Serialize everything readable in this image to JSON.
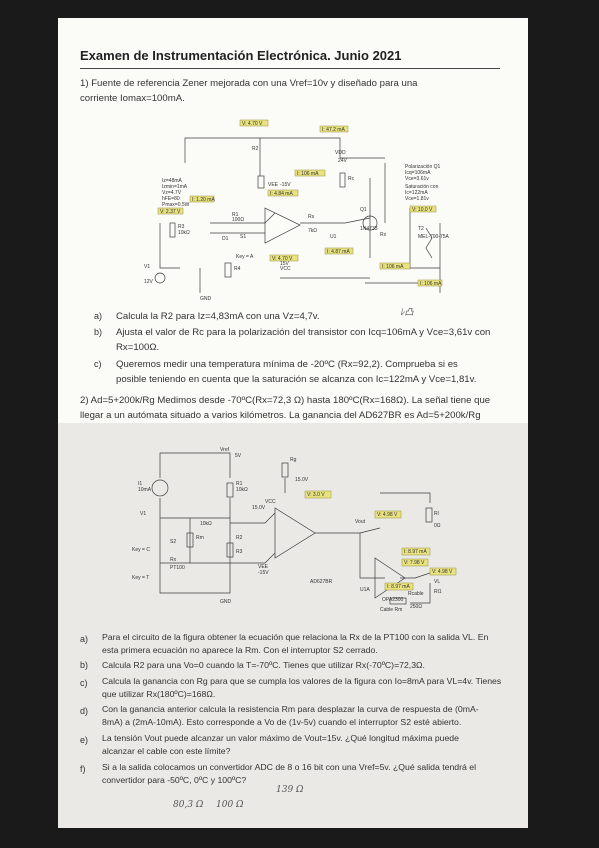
{
  "exam": {
    "title": "Examen de Instrumentación Electrónica. Junio 2021",
    "q1": {
      "intro": [
        "1) Fuente de referencia Zener mejorada con una Vref=10v y diseñado para una",
        "corriente Iomax=100mA."
      ],
      "items": [
        {
          "marker": "a)",
          "lines": [
            "Calcula la R2 para Iz=4,83mA con una Vz=4,7v."
          ]
        },
        {
          "marker": "b)",
          "lines": [
            "Ajusta el valor de Rc para la polarización del transistor con Icq=106mA y Vce=3,61v con",
            "Rx=100Ω."
          ]
        },
        {
          "marker": "c)",
          "lines": [
            "Queremos medir una temperatura mínima de -20ºC (Rx=92,2). Comprueba si es",
            "posible teniendo en cuenta que la saturación se alcanza con Ic=122mA y Vce=1,81v."
          ]
        }
      ],
      "hand_mark": "ﾚ凸"
    },
    "q2": {
      "intro": [
        "2) Ad=5+200k/Rg Medimos desde -70ºC(Rx=72,3 Ω) hasta 180ºC(Rx=168Ω). La señal tiene que",
        "llegar a un autómata situado a varios kilómetros. La ganancia del AD627BR es Ad=5+200k/Rg"
      ],
      "items": [
        {
          "marker": "a)",
          "lines": [
            "Para el circuito de la figura obtener la ecuación que relaciona la Rx de la PT100 con la salida VL. En",
            "esta primera ecuación no aparece la Rm. Con el interruptor S2 cerrado."
          ]
        },
        {
          "marker": "b)",
          "lines": [
            "Calcula R2 para una Vo=0 cuando la T=-70ºC. Tienes que utilizar Rx(-70ºC)=72,3Ω."
          ]
        },
        {
          "marker": "c)",
          "lines": [
            "Calcula la ganancia con Rg para que se cumpla los valores de la figura con Io=8mA para VL=4v. Tienes",
            "que utilizar Rx(180ºC)=168Ω."
          ]
        },
        {
          "marker": "d)",
          "lines": [
            "Con la ganancia anterior calcula la resistencia Rm para desplazar la curva de respuesta de (0mA-",
            "8mA) a (2mA-10mA). Esto corresponde a Vo de (1v-5v) cuando el interruptor S2 esté abierto."
          ]
        },
        {
          "marker": "e)",
          "lines": [
            "La tensión Vout puede alcanzar un valor máximo de Vout=15v. ¿Qué longitud máxima puede",
            "alcanzar el cable con este límite?"
          ]
        },
        {
          "marker": "f)",
          "lines": [
            "Si a la salida colocamos un convertidor ADC de 8 o 16 bit con una Vref=5v. ¿Qué salida tendrá el",
            "convertidor para -50ºC, 0ºC y 100ºC?"
          ]
        }
      ],
      "handwritten": [
        "80,3 Ω",
        "100 Ω",
        "139 Ω"
      ]
    }
  },
  "circuit1": {
    "readouts": [
      "V: 4.70 V",
      "I: 47.2 mA",
      "V: 2.37 V",
      "I: 1.20 mA",
      "I: 106 mA",
      "V: 10.0 V",
      "I: 4.87 mA",
      "I: 106 mA",
      "I: 106 mA",
      "V: 4.70 V",
      "I: 4.84 mA"
    ],
    "labels": [
      "R2",
      "VDD",
      "24V",
      "Rc",
      "VEE",
      "-15V",
      "R1",
      "100Ω",
      "Q1",
      "Rs",
      "7kΩ",
      "Rx",
      "VCC",
      "15V",
      "R3",
      "10kΩ",
      "R4",
      "V1",
      "12V",
      "GND",
      "S1",
      "Key = A",
      "D1",
      "1N4733",
      "T2",
      "MEL-700-75A",
      "U1"
    ],
    "notes_left": [
      "Iz=48mA",
      "Izmin=1mA",
      "Vz=4.7V",
      "hFE=80",
      "Pmax=0.5W"
    ],
    "notes_right": [
      "Polarización Q1",
      "Icq=106mA",
      "Vce=3.61v",
      "Saturación con",
      "Ic=122mA",
      "Vce=1.81v"
    ]
  },
  "circuit2": {
    "readouts": [
      "V: 3.0 V",
      "V: 4.98 V",
      "I: 8.97 mA",
      "V: 7.98 V",
      "V: 4.98 V",
      "I: 8.97 mA"
    ],
    "labels": [
      "Vref",
      "5V",
      "I1",
      "10mA",
      "R1",
      "10kΩ",
      "V1",
      "Rm",
      "Rg",
      "VCC",
      "15.0V",
      "VEE",
      "-15V",
      "AD627BR",
      "U1A",
      "Rx",
      "PT100",
      "Key = C",
      "Key = T",
      "S2",
      "R2",
      "R3",
      "Rl",
      "Vout",
      "OPA2300",
      "Rcable",
      "Rl1",
      "VL",
      "GND",
      "10kΩ",
      "15.0V",
      "0Ω",
      "250Ω",
      "Cable Rm"
    ]
  }
}
